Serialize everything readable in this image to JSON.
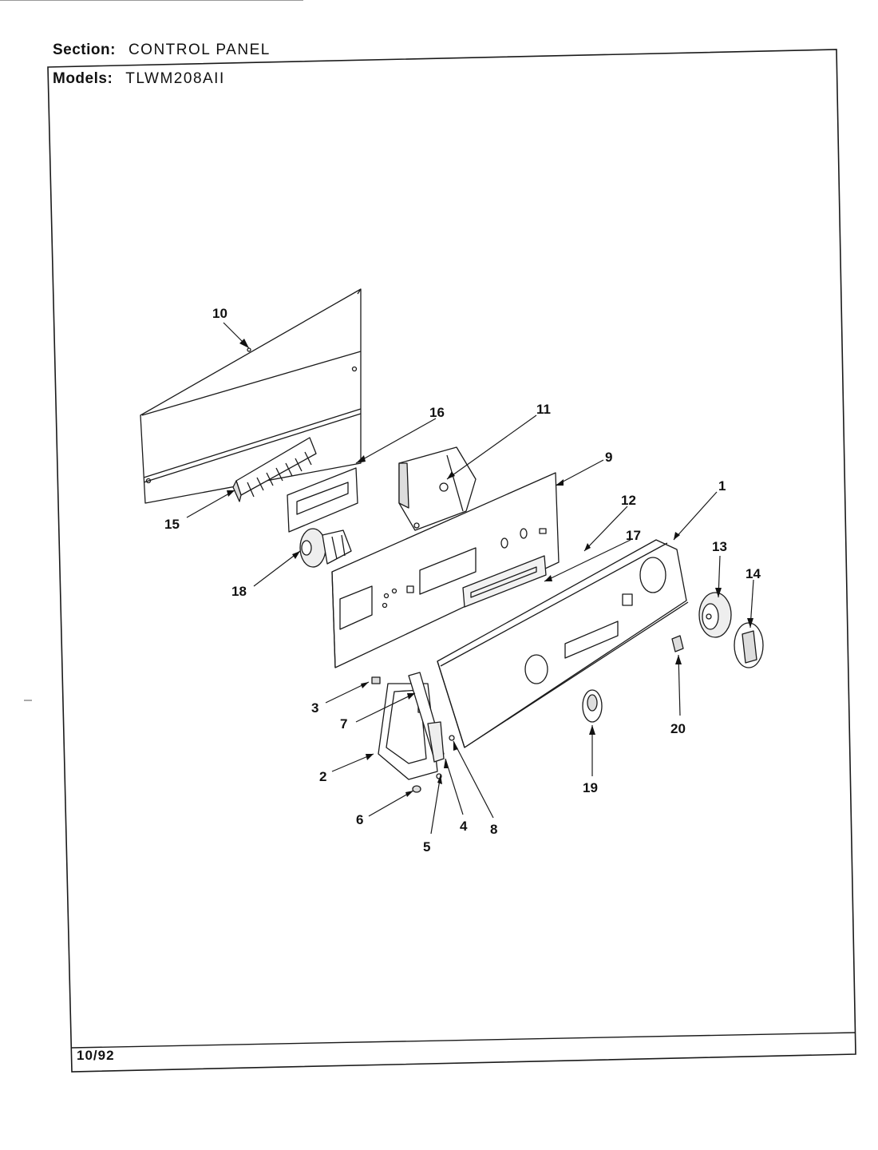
{
  "header": {
    "section_label": "Section:",
    "section_value": "CONTROL PANEL",
    "models_label": "Models:",
    "models_value": "TLWM208AII"
  },
  "footer": {
    "date": "10/92"
  },
  "callouts": {
    "c1": "1",
    "c2": "2",
    "c3": "3",
    "c4": "4",
    "c5": "5",
    "c6": "6",
    "c7": "7",
    "c8": "8",
    "c9": "9",
    "c10": "10",
    "c11": "11",
    "c12": "12",
    "c13": "13",
    "c14": "14",
    "c15": "15",
    "c16": "16",
    "c17": "17",
    "c18": "18",
    "c19": "19",
    "c20": "20"
  }
}
